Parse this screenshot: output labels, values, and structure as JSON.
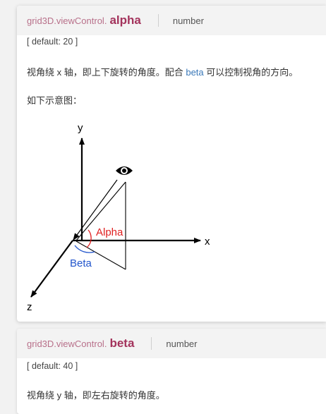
{
  "alpha": {
    "prefix": "grid3D.viewControl.",
    "name": "alpha",
    "type": "number",
    "default_text": "[ default: 20 ]",
    "desc_before": "视角绕 x 轴，即上下旋转的角度。配合 ",
    "desc_link": "beta",
    "desc_after": " 可以控制视角的方向。",
    "diagram_caption": "如下示意图：",
    "diagram": {
      "label_y": "y",
      "label_x": "x",
      "label_z": "z",
      "label_alpha": "Alpha",
      "label_beta": "Beta",
      "alpha_color": "#e02020",
      "beta_color": "#2255cc",
      "icon": "eye-icon"
    }
  },
  "beta": {
    "prefix": "grid3D.viewControl.",
    "name": "beta",
    "type": "number",
    "default_text": "[ default: 40 ]",
    "desc": "视角绕 y 轴，即左右旋转的角度。"
  }
}
